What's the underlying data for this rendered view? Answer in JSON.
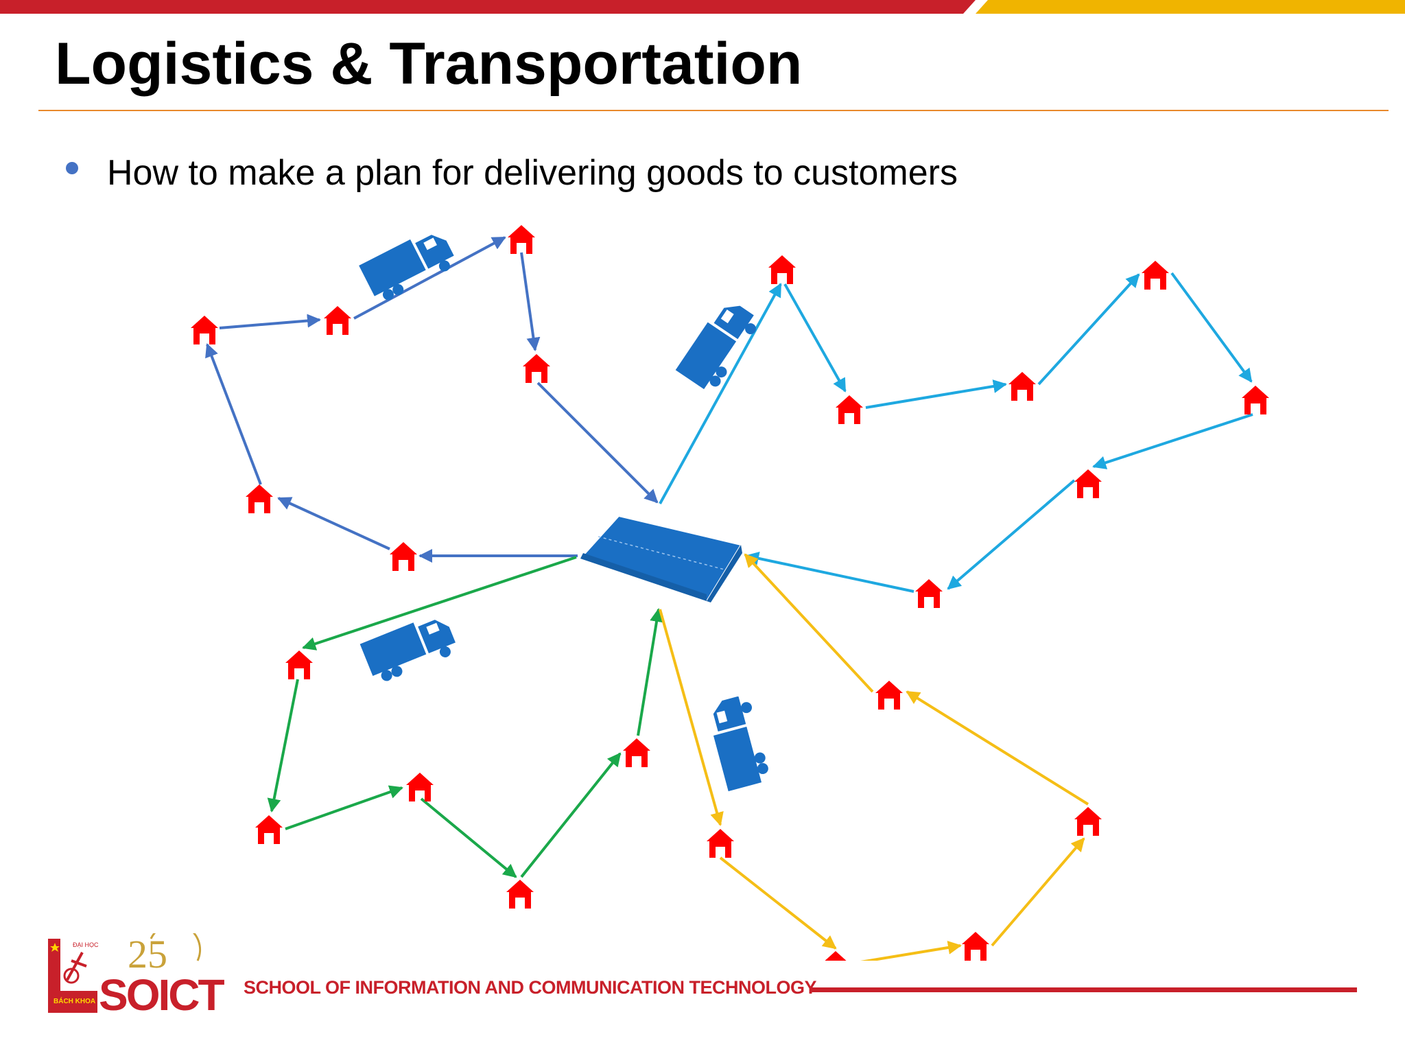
{
  "slide": {
    "title": "Logistics & Transportation",
    "bullet": "How to make a plan for delivering goods to customers"
  },
  "colors": {
    "top_bar_red": "#c8202a",
    "top_bar_yellow": "#f0b400",
    "title_rule": "#e8892b",
    "bullet": "#4472c4",
    "route_dark_blue": "#4472c4",
    "route_light_blue": "#1ea8e0",
    "route_green": "#1aa84a",
    "route_yellow": "#f5be16",
    "house": "#ff0000",
    "vehicle": "#1a6fc4"
  },
  "diagram": {
    "depot_icon": "warehouse-icon",
    "customer_icon": "house-icon",
    "vehicle_icon": "truck-icon",
    "routes": [
      "dark-blue",
      "light-blue",
      "green",
      "yellow"
    ]
  },
  "footer": {
    "school": "SCHOOL OF INFORMATION AND COMMUNICATION TECHNOLOGY",
    "logo_text": "SOICT",
    "bk_text": "BÁCH KHOA",
    "dh_text": "ĐẠI HỌC",
    "anniversary": "25"
  }
}
